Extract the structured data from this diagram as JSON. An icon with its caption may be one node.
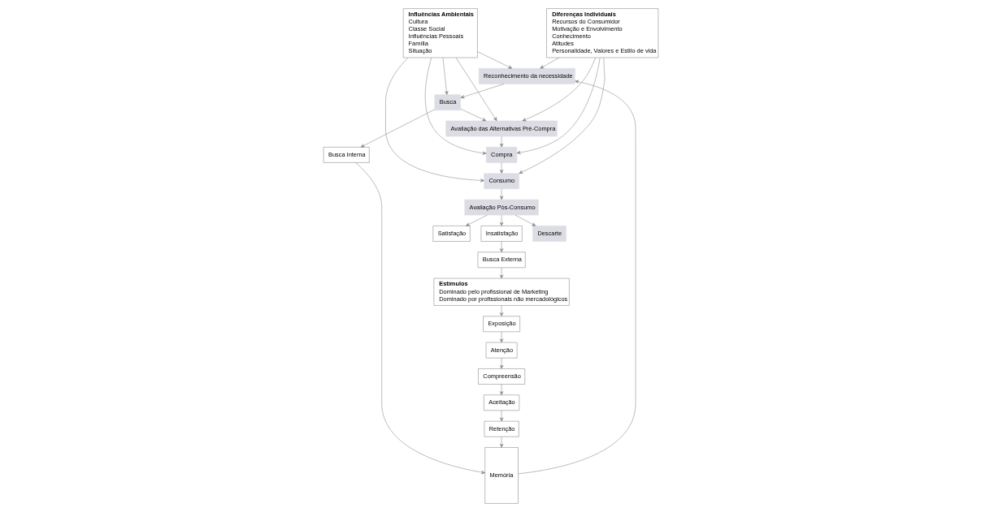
{
  "diagram": {
    "nodes": [
      {
        "text": [
          "Reconhecimento da necessidade"
        ]
      },
      {
        "text": [
          "Busca Interna"
        ]
      },
      {
        "text": [
          "Busca"
        ]
      },
      {
        "text": [
          "Influências Ambientais",
          "Cultura",
          "Classe Social",
          "Influências Pessoais",
          "Família",
          "Situação"
        ]
      },
      {
        "text": [
          "Exposição"
        ]
      },
      {
        "text": [
          "Memória"
        ]
      },
      {
        "text": [
          "Avaliação das Alternativas Pré-Compra"
        ]
      },
      {
        "text": [
          "Estímulos",
          "Dominado pelo profissional de Marketing",
          "Dominado por profissionais não mercadológicos"
        ]
      },
      {
        "text": [
          "Atenção"
        ]
      },
      {
        "text": [
          "Compreensão"
        ]
      },
      {
        "text": [
          "Compra"
        ]
      },
      {
        "text": [
          "Diferenças Individuais",
          "Recursos do Consumidor",
          "Motivação e Envolvimento",
          "Conhecimento",
          "Atitudes",
          "Personalidade, Valores e Estilo de vida"
        ]
      },
      {
        "text": [
          "Aceitação"
        ]
      },
      {
        "text": [
          "Consumo"
        ]
      },
      {
        "text": [
          "Retenção"
        ]
      },
      {
        "text": [
          "Busca Externa"
        ]
      },
      {
        "text": [
          "Avaliação Pós-Consumo"
        ]
      },
      {
        "text": [
          "Insatisfação"
        ]
      },
      {
        "text": [
          "Descarte"
        ]
      },
      {
        "text": [
          "Satisfação"
        ]
      }
    ],
    "edges": [
      {
        "from": 5,
        "to": 0,
        "arrow": "to"
      },
      {
        "from": 3,
        "to": 0,
        "arrow": "to"
      },
      {
        "from": 11,
        "to": 0,
        "arrow": "to"
      },
      {
        "from": 0,
        "to": 2,
        "arrow": "to"
      },
      {
        "from": 2,
        "to": 1,
        "arrow": "to"
      },
      {
        "from": 3,
        "to": 2,
        "arrow": "to"
      },
      {
        "from": 1,
        "to": 5,
        "arrow": "to"
      },
      {
        "from": 2,
        "to": 6,
        "arrow": "to"
      },
      {
        "from": 3,
        "to": 6,
        "arrow": "to"
      },
      {
        "from": 11,
        "to": 6,
        "arrow": "to"
      },
      {
        "from": 7,
        "to": 4,
        "arrow": "to"
      },
      {
        "from": 4,
        "to": 8,
        "arrow": "to"
      },
      {
        "from": 8,
        "to": 9,
        "arrow": "to"
      },
      {
        "from": 9,
        "to": 12,
        "arrow": "to"
      },
      {
        "from": 12,
        "to": 14,
        "arrow": "to"
      },
      {
        "from": 14,
        "to": 5,
        "arrow": "to"
      },
      {
        "from": 6,
        "to": 10,
        "arrow": "to"
      },
      {
        "from": 11,
        "to": 10,
        "arrow": "to"
      },
      {
        "from": 3,
        "to": 10,
        "arrow": "to"
      },
      {
        "from": 10,
        "to": 13,
        "arrow": "to"
      },
      {
        "from": 3,
        "to": 13,
        "arrow": "to"
      },
      {
        "from": 11,
        "to": 13,
        "arrow": "to"
      },
      {
        "from": 13,
        "to": 16,
        "arrow": "to"
      },
      {
        "from": 16,
        "to": 17,
        "arrow": "to"
      },
      {
        "from": 16,
        "to": 18,
        "arrow": "to"
      },
      {
        "from": 16,
        "to": 19,
        "arrow": "to"
      },
      {
        "from": 17,
        "to": 15,
        "arrow": "to"
      },
      {
        "from": 15,
        "to": 7,
        "arrow": "to"
      }
    ]
  }
}
